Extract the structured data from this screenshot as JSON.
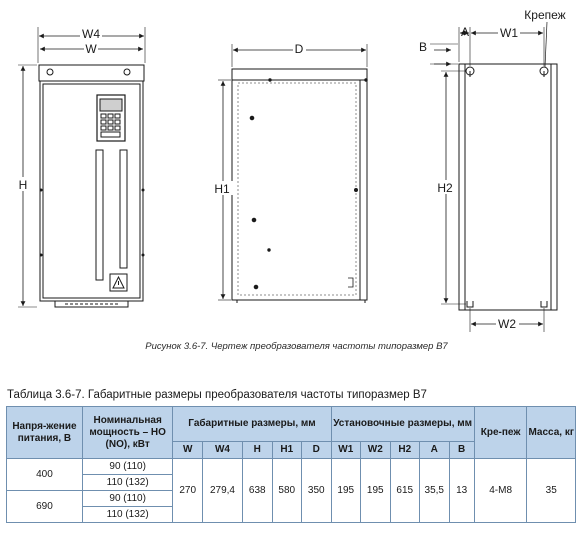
{
  "drawing": {
    "labels": {
      "w4": "W4",
      "w": "W",
      "h": "H",
      "d": "D",
      "h1": "H1",
      "h2": "H2",
      "a": "A",
      "w1": "W1",
      "b": "B",
      "w2": "W2",
      "mount": "Крепеж"
    }
  },
  "caption": "Рисунок 3.6-7. Чертеж преобразователя частоты типоразмер В7",
  "table": {
    "title": "Таблица 3.6-7. Габаритные размеры преобразователя частоты типоразмер В7",
    "headers": {
      "voltage": "Напря-жение питания, В",
      "power": "Номинальная мощность – НО (NO), кВт",
      "dims": "Габаритные размеры, мм",
      "mounting": "Установочные размеры, мм",
      "fastener": "Кре-пеж",
      "mass": "Масса, кг",
      "sub": [
        "W",
        "W4",
        "H",
        "H1",
        "D",
        "W1",
        "W2",
        "H2",
        "A",
        "B"
      ]
    },
    "rows": [
      {
        "voltage": "400",
        "powers": [
          "90 (110)",
          "110 (132)"
        ]
      },
      {
        "voltage": "690",
        "powers": [
          "90 (110)",
          "110 (132)"
        ]
      }
    ],
    "values": [
      "270",
      "279,4",
      "638",
      "580",
      "350",
      "195",
      "195",
      "615",
      "35,5",
      "13"
    ],
    "fastener": "4-M8",
    "mass": "35"
  }
}
